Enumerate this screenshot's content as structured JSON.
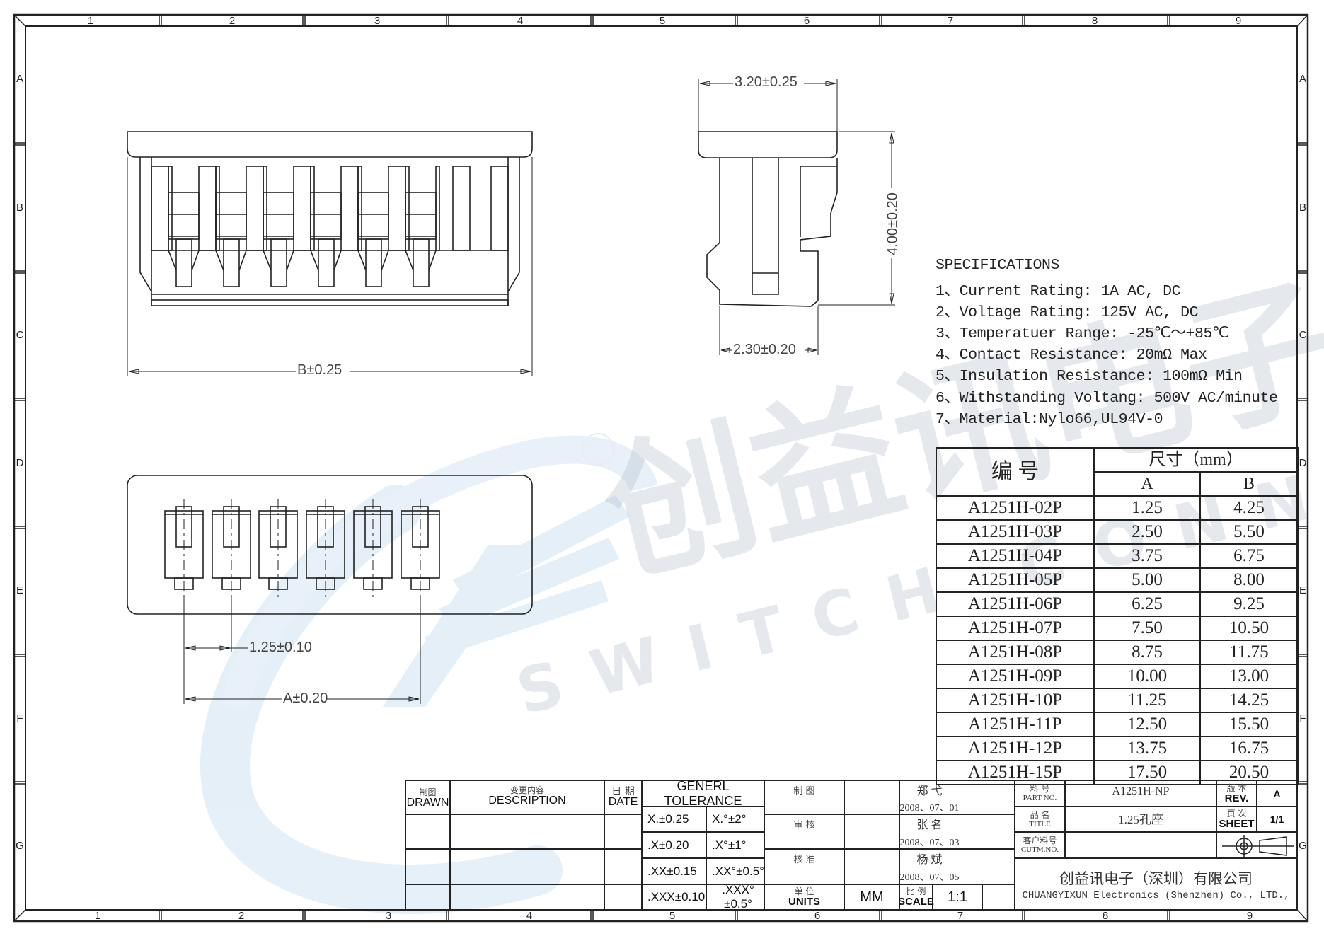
{
  "frame": {
    "columns": [
      "1",
      "2",
      "3",
      "4",
      "5",
      "6",
      "7",
      "8",
      "9"
    ],
    "rows": [
      "A",
      "B",
      "C",
      "D",
      "E",
      "F",
      "G"
    ]
  },
  "front_view": {
    "dimension_label": "B±0.25"
  },
  "side_view": {
    "width_dim": "3.20±0.25",
    "height_dim": "4.00±0.20",
    "depth_dim": "2.30±0.20"
  },
  "bottom_view": {
    "pitch_dim": "1.25±0.10",
    "span_dim": "A±0.20",
    "pin_count": 6
  },
  "specifications": {
    "title": "SPECIFICATIONS",
    "items": [
      "1、Current Rating: 1A AC, DC",
      "2、Voltage Rating: 125V AC, DC",
      "3、Temperatuer Range: -25℃～+85℃",
      "4、Contact Resistance: 20mΩ Max",
      "5、Insulation Resistance: 100mΩ Min",
      "6、Withstanding Voltang: 500V AC/minute",
      "7、Material:Nylo66,UL94V-0"
    ]
  },
  "dimension_table": {
    "header_part": "编  号",
    "header_size": "尺寸（mm）",
    "col_a": "A",
    "col_b": "B",
    "rows": [
      {
        "part": "A1251H-02P",
        "a": "1.25",
        "b": "4.25"
      },
      {
        "part": "A1251H-03P",
        "a": "2.50",
        "b": "5.50"
      },
      {
        "part": "A1251H-04P",
        "a": "3.75",
        "b": "6.75"
      },
      {
        "part": "A1251H-05P",
        "a": "5.00",
        "b": "8.00"
      },
      {
        "part": "A1251H-06P",
        "a": "6.25",
        "b": "9.25"
      },
      {
        "part": "A1251H-07P",
        "a": "7.50",
        "b": "10.50"
      },
      {
        "part": "A1251H-08P",
        "a": "8.75",
        "b": "11.75"
      },
      {
        "part": "A1251H-09P",
        "a": "10.00",
        "b": "13.00"
      },
      {
        "part": "A1251H-10P",
        "a": "11.25",
        "b": "14.25"
      },
      {
        "part": "A1251H-11P",
        "a": "12.50",
        "b": "15.50"
      },
      {
        "part": "A1251H-12P",
        "a": "13.75",
        "b": "16.75"
      },
      {
        "part": "A1251H-15P",
        "a": "17.50",
        "b": "20.50"
      }
    ]
  },
  "title_block": {
    "revision_header": {
      "drawn_cn": "制图",
      "drawn_en": "DRAWN",
      "desc_cn": "变更内容",
      "desc_en": "DESCRIPTION",
      "date_cn": "日 期",
      "date_en": "DATE"
    },
    "tolerance": {
      "title": "GENERL  TOLERANCE",
      "rows": [
        {
          "linear": "X.±0.25",
          "angular": "X.°±2°"
        },
        {
          "linear": ".X±0.20",
          "angular": ".X°±1°"
        },
        {
          "linear": ".XX±0.15",
          "angular": ".XX°±0.5°"
        },
        {
          "linear": ".XXX±0.10",
          "angular": ".XXX°±0.5°"
        }
      ]
    },
    "approvals": [
      {
        "role": "制  图",
        "name": "郑  弋",
        "date": "2008、07、01"
      },
      {
        "role": "审  核",
        "name": "张  名",
        "date": "2008、07、03"
      },
      {
        "role": "核  准",
        "name": "杨 斌",
        "date": "2008、07、05"
      }
    ],
    "units_cn": "单 位",
    "units_en": "UNITS",
    "units_value": "MM",
    "scale_cn": "比 例",
    "scale_en": "SCALE",
    "scale_value": "1:1",
    "part_no_cn": "料 号",
    "part_no_en": "PART NO.",
    "part_no_value": "A1251H-NP",
    "title_cn": "品 名",
    "title_en": "TITLE",
    "title_value": "1.25孔座",
    "cust_no_cn": "客户料号",
    "cust_no_en": "CUTM.NO.",
    "cust_no_value": "",
    "rev_cn": "版 本",
    "rev_en": "REV.",
    "rev_value": "A",
    "sheet_cn": "页 次",
    "sheet_en": "SHEET",
    "sheet_value": "1/1",
    "company_cn": "创益讯电子（深圳）有限公司",
    "company_en": "CHUANGYIXUN Electronics (Shenzhen) Co., LTD.,"
  },
  "watermark": {
    "logo": "CYX",
    "registered": "®",
    "brand_cn": "创益讯电子",
    "tagline": "SWITCH CONNECTOR"
  },
  "colors": {
    "line": "#222222",
    "watermark_blue": "#c9dff2",
    "watermark_gray": "#d8dbe0"
  }
}
